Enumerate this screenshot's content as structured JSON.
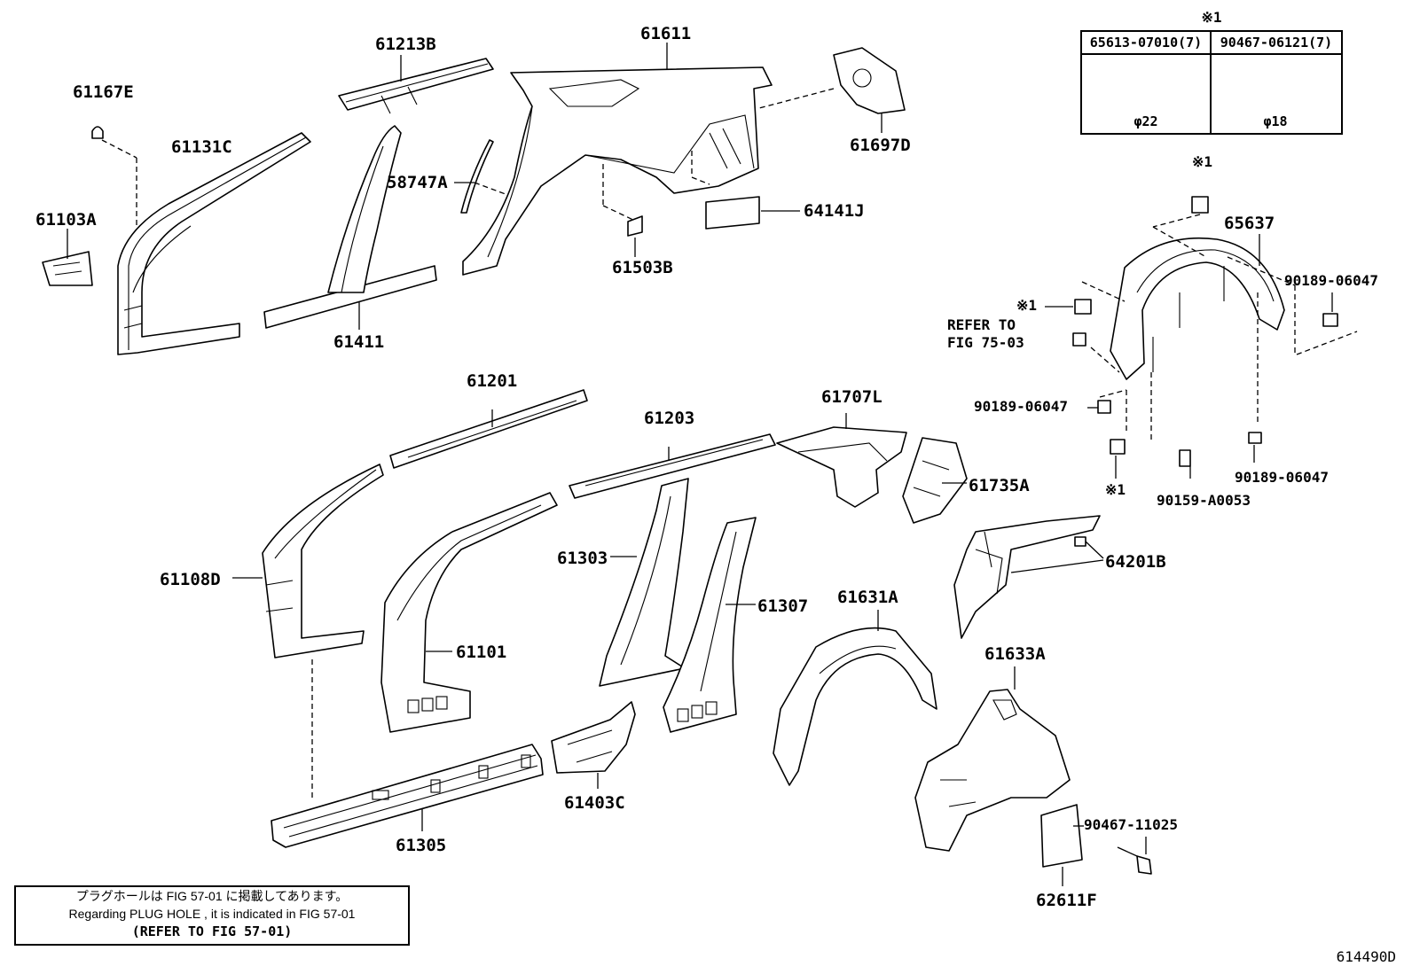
{
  "diagram": {
    "labels": [
      {
        "id": "61167E",
        "text": "61167E"
      },
      {
        "id": "61213B",
        "text": "61213B"
      },
      {
        "id": "61611",
        "text": "61611"
      },
      {
        "id": "61697D",
        "text": "61697D"
      },
      {
        "id": "61131C",
        "text": "61131C"
      },
      {
        "id": "58747A",
        "text": "58747A"
      },
      {
        "id": "64141J",
        "text": "64141J"
      },
      {
        "id": "61103A",
        "text": "61103A"
      },
      {
        "id": "61503B",
        "text": "61503B"
      },
      {
        "id": "61411",
        "text": "61411"
      },
      {
        "id": "65637",
        "text": "65637"
      },
      {
        "id": "90189-06047a",
        "text": "90189-06047"
      },
      {
        "id": "refer",
        "text": "REFER TO"
      },
      {
        "id": "fig",
        "text": "FIG 75-03"
      },
      {
        "id": "90189-06047b",
        "text": "90189-06047"
      },
      {
        "id": "90189-06047c",
        "text": "90189-06047"
      },
      {
        "id": "90159-A0053",
        "text": "90159-A0053"
      },
      {
        "id": "61201",
        "text": "61201"
      },
      {
        "id": "61203",
        "text": "61203"
      },
      {
        "id": "61707L",
        "text": "61707L"
      },
      {
        "id": "61735A",
        "text": "61735A"
      },
      {
        "id": "64201B",
        "text": "64201B"
      },
      {
        "id": "61108D",
        "text": "61108D"
      },
      {
        "id": "61303",
        "text": "61303"
      },
      {
        "id": "61307",
        "text": "61307"
      },
      {
        "id": "61101",
        "text": "61101"
      },
      {
        "id": "61631A",
        "text": "61631A"
      },
      {
        "id": "61633A",
        "text": "61633A"
      },
      {
        "id": "61403C",
        "text": "61403C"
      },
      {
        "id": "61305",
        "text": "61305"
      },
      {
        "id": "90467-11025",
        "text": "90467-11025"
      },
      {
        "id": "62611F",
        "text": "62611F"
      }
    ],
    "marks": {
      "star1a": "※1",
      "star1b": "※1",
      "star1c": "※1"
    }
  },
  "table": {
    "mark": "※1",
    "col1_header": "65613-07010(7)",
    "col2_header": "90467-06121(7)",
    "col1_dia": "φ22",
    "col2_dia": "φ18"
  },
  "note": {
    "line1": "プラグホールは FIG 57-01 に掲載してあります。",
    "line2": "Regarding PLUG HOLE , it is indicated in FIG 57-01",
    "line3": "(REFER TO FIG 57-01)"
  },
  "code": "614490D"
}
